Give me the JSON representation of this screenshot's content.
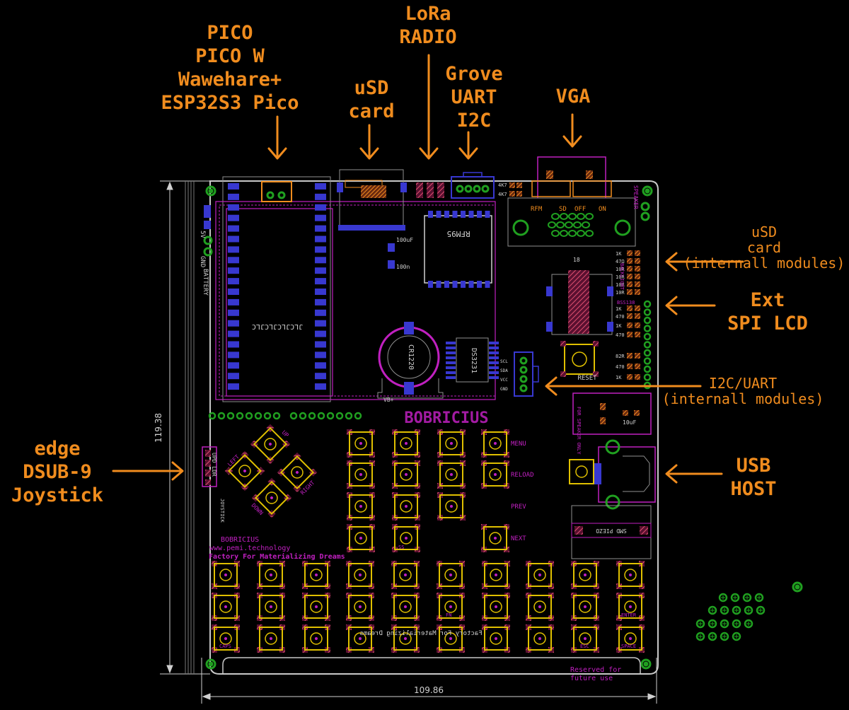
{
  "callouts": {
    "pico": [
      "PICO",
      "PICO W",
      "Wawehare+",
      "ESP32S3 Pico"
    ],
    "usd_top": [
      "uSD",
      "card"
    ],
    "lora": [
      "LoRa",
      "RADIO"
    ],
    "grove": [
      "Grove",
      "UART",
      "I2C"
    ],
    "vga": [
      "VGA"
    ],
    "usd_right": [
      "uSD",
      "card",
      "(internall modules)"
    ],
    "ext_lcd": [
      "Ext",
      "SPI LCD"
    ],
    "i2c_uart": [
      "I2C/UART",
      "(internall modules)"
    ],
    "usb_host": [
      "USB",
      "HOST"
    ],
    "edge_dsub": [
      "edge",
      "DSUB-9",
      "Joystick"
    ]
  },
  "dimensions": {
    "height": "119.38",
    "width": "109.86"
  },
  "board_text": {
    "battery": "BATTERY",
    "vplus": "5V",
    "gnd": "GND",
    "mcu_silk": "JLCJLCJLCJLC",
    "rfm": "RFM95",
    "cr1220": "CR1220",
    "ds3231": "DS3231",
    "cap_100u": "100uF",
    "cap_100n": "100n",
    "vga_rfm": "RFM",
    "vga_sd": "SD",
    "vga_off": "OFF",
    "vga_on": "ON",
    "speaker": "SPEAKER",
    "r_4k7": "4K7",
    "backlight": "BACKLIGHT",
    "bss138": "BSS138",
    "res_list": [
      "1K",
      "47Ω",
      "10R",
      "10R",
      "10R",
      "10R"
    ],
    "res_lower": [
      "1K",
      "470",
      "1K",
      "470"
    ],
    "res_bottom": [
      "82R",
      "470",
      "1K"
    ],
    "reset": "RESET",
    "sd18": "18",
    "grove_pins": [
      "SCL",
      "SDA",
      "VCC",
      "GND"
    ],
    "vbat": "VB+",
    "logo": "BOBRICIUS",
    "menu": "MENU",
    "reload": "RELOAD",
    "prev": "PREV",
    "next": "NEXT",
    "up": "UP",
    "left": "LEFT",
    "right": "RIGHT",
    "down": "DOWN",
    "joystick": "JOYSTICK",
    "joy_connector": "UPD LDR",
    "bobricius": "BOBRICIUS",
    "website": "www.pemi.technology",
    "factory": "Factory For Materializing Dreams",
    "factory_mirror": "Factory For Materializing Dreams",
    "caps": "CAPS",
    "esc": "ESC",
    "space": "SPACE",
    "enter": "ENTER",
    "fn": "FN",
    "ss": "SS",
    "for_speaker": "FOR SPEAKER ONLY",
    "cap_10u": "10uF",
    "piezo": "SMD PIEZO",
    "reserved": [
      "Reserved for",
      "future use"
    ]
  },
  "colors": {
    "orange": "#f08c1e",
    "magenta": "#c020c0",
    "pad_blue": "#3838d0",
    "yellow": "#e0c000",
    "green": "#20a020",
    "hatch": "#d04060"
  }
}
